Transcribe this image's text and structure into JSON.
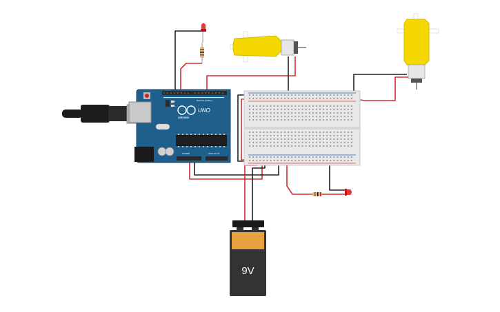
{
  "arduino": {
    "logo_text": "ARDUINO",
    "model": "UNO",
    "digital_header_label": "DIGITAL (PWM~)",
    "power_header_label": "POWER",
    "analog_header_label": "ANALOG IN",
    "board_color": "#1f5f8b",
    "header_color": "#2b2b2b"
  },
  "battery": {
    "label": "9V",
    "body_color": "#333333",
    "label_color": "#e8a040",
    "cap_color": "#1a1a1a"
  },
  "motors": {
    "body_color": "#f5d800",
    "shaft_color": "#ffffff"
  },
  "wires": {
    "red": "#d32f2f",
    "black": "#222222"
  },
  "leds": {
    "color": "#e53935"
  },
  "breadboard": {
    "body_color": "#e8e8e8",
    "hole_color": "#9e9e9e",
    "rail_red": "#e53935",
    "rail_blue": "#1e63c6"
  },
  "usb": {
    "plug_color": "#1c1c1c",
    "metal_color": "#bdbdbd"
  }
}
